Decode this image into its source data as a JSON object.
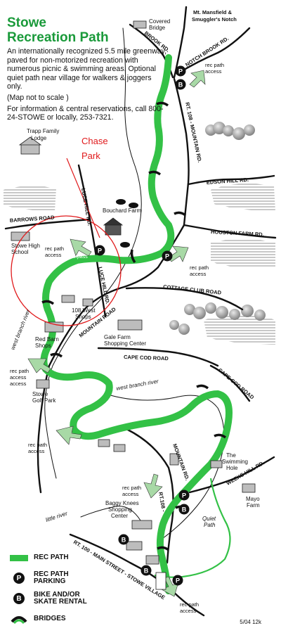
{
  "title": {
    "line1": "Stowe",
    "line2": "Recreation Path"
  },
  "description": {
    "intro": "An internationally recognized 5.5 mile greenway, paved for non-motorized recreation with numerous picnic & swimming areas. Optional quiet path near village for walkers & joggers only.",
    "scale_note": "(Map not to scale )",
    "contact": "For information & central reservations, call 800-24-STOWE or locally, 253-7321."
  },
  "annotation": {
    "line1": "Chase",
    "line2": "Park",
    "color": "#e0191b"
  },
  "roads": {
    "mt_mansfield_1": "Mt. Mansfield &",
    "mt_mansfield_2": "Smuggler's Notch",
    "brook_rd": "BROOK RD.",
    "notch_brook_rd": "NOTCH BROOK RD.",
    "rt108_mountain_rd_top": "RT. 108 - MOUNTAIN RD.",
    "edson_hill_rd": "EDSON HILL RD.",
    "houston_farm_rd": "HOUSTON FARM RD.",
    "barrows_road": "BARROWS ROAD",
    "luce_hill_rd_top": "LUCE HILL RD.",
    "luce_hill_rd_bottom": "LUCE HILL RD.",
    "cottage_club_road": "COTTAGE CLUB ROAD",
    "mountain_road_mid": "MOUNTAIN ROAD",
    "cape_cod_road_1": "CAPE COD ROAD",
    "cape_cod_road_2": "CAPE COD ROAD",
    "mountain_rd_lower": "MOUNTAIN RD.",
    "rt108_lower": "RT.108 -",
    "weeks_hill_rd": "WEEKS HILL RD.",
    "rt100_main_street": "RT. 100 - MAIN STREET - STOWE VILLAGE"
  },
  "rivers": {
    "west_branch_river_1": "west branch river",
    "west_branch_river_2": "west branch river",
    "little_river": "little river"
  },
  "places": {
    "covered_bridge_1": "Covered",
    "covered_bridge_2": "Bridge",
    "trapp_lodge_1": "Trapp Family",
    "trapp_lodge_2": "Lodge",
    "bouchard_farm": "Bouchard Farm",
    "stowe_high_1": "Stowe High",
    "stowe_high_2": "School",
    "underpass": "underpass",
    "shops_108_1": "108 West",
    "shops_108_2": "Shops",
    "red_barn_1": "Red Barn",
    "red_barn_2": "Shops",
    "gale_farm_1": "Gale Farm",
    "gale_farm_2": "Shopping Center",
    "stowe_golf_1": "Stowe",
    "stowe_golf_2": "Golf Park",
    "swimming_hole_1": "The",
    "swimming_hole_2": "Swimming",
    "swimming_hole_3": "Hole",
    "mayo_farm_1": "Mayo",
    "mayo_farm_2": "Farm",
    "baggy_knees_1": "Baggy Knees",
    "baggy_knees_2": "Shopping",
    "baggy_knees_3": "Center",
    "quiet_path_1": "Quiet",
    "quiet_path_2": "Path"
  },
  "access": {
    "label_1": "rec path",
    "label_2": "access"
  },
  "markers": {
    "parking": "P",
    "bike": "B"
  },
  "legend": {
    "rec_path": "REC PATH",
    "parking_1": "REC PATH",
    "parking_2": "PARKING",
    "bike_1": "BIKE AND/OR",
    "bike_2": "SKATE RENTAL",
    "bridges": "BRIDGES"
  },
  "footer_code": "5/04  12k",
  "colors": {
    "path_green": "#33c146",
    "title_green": "#1a9a3a",
    "access_green": "#a8d9a6",
    "annotation_red": "#e0191b"
  }
}
